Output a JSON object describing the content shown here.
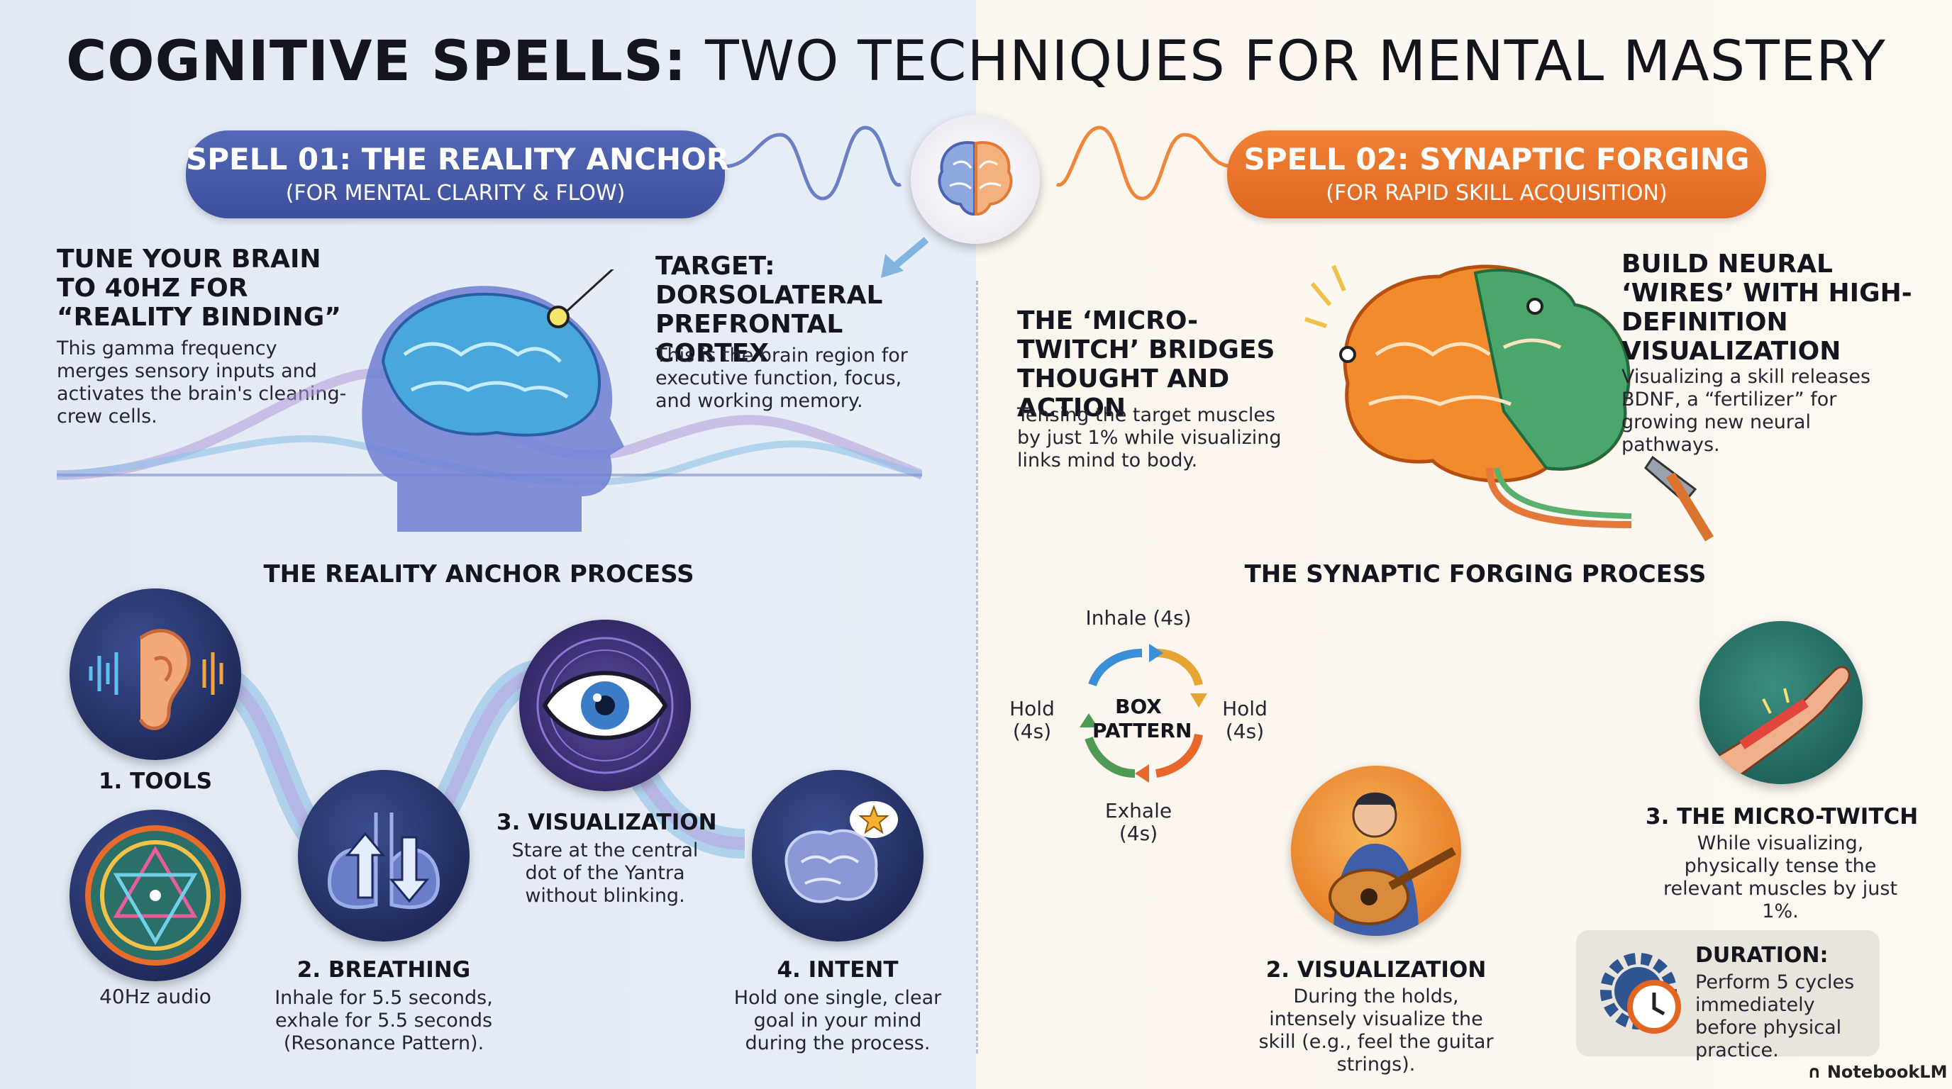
{
  "title": {
    "bold": "COGNITIVE SPELLS:",
    "light": "TWO TECHNIQUES FOR MENTAL MASTERY"
  },
  "spell1": {
    "name": "SPELL 01: THE REALITY ANCHOR",
    "subtitle": "(FOR MENTAL CLARITY & FLOW)",
    "tune_heading": "TUNE YOUR BRAIN TO 40HZ FOR “REALITY BINDING”",
    "tune_body": "This gamma frequency merges sensory inputs and activates the brain's cleaning-crew cells.",
    "target_heading": "TARGET: DORSOLATERAL PREFRONTAL CORTEX",
    "target_body": "This is the brain region for executive function, focus, and working memory.",
    "process_heading": "THE REALITY ANCHOR PROCESS",
    "step1_title": "1. TOOLS",
    "step1_caption": "40Hz audio",
    "step2_title": "2. BREATHING",
    "step2_body": "Inhale for 5.5 seconds, exhale for 5.5 seconds (Resonance Pattern).",
    "step3_title": "3. VISUALIZATION",
    "step3_body": "Stare at the central dot of the Yantra without blinking.",
    "step4_title": "4. INTENT",
    "step4_body": "Hold one single, clear goal in your mind during the process."
  },
  "spell2": {
    "name": "SPELL 02: SYNAPTIC FORGING",
    "subtitle": "(FOR RAPID SKILL ACQUISITION)",
    "micro_heading": "THE ‘MICRO-TWITCH’ BRIDGES THOUGHT AND ACTION",
    "micro_body": "Tensing the target muscles by just 1% while visualizing links mind to body.",
    "wires_heading": "BUILD NEURAL ‘WIRES’ WITH HIGH-DEFINITION VISUALIZATION",
    "wires_body": "Visualizing a skill releases BDNF, a “fertilizer” for growing new neural pathways.",
    "process_heading": "THE SYNAPTIC FORGING PROCESS",
    "box_center": "BOX PATTERN",
    "box_inhale": "Inhale (4s)",
    "box_hold_right": "Hold (4s)",
    "box_exhale": "Exhale (4s)",
    "box_hold_left": "Hold (4s)",
    "step2_title": "2. VISUALIZATION",
    "step2_body": "During the holds, intensely visualize the skill (e.g., feel the guitar strings).",
    "step3_title": "3. THE MICRO-TWITCH",
    "step3_body": "While visualizing, physically tense the relevant muscles by just 1%.",
    "duration_title": "DURATION:",
    "duration_body": "Perform 5 cycles immediately before physical practice."
  },
  "branding": {
    "logo": "NotebookLM"
  },
  "colors": {
    "spell1": "#4457a6",
    "spell2": "#e8702a"
  },
  "icons": [
    "brain-icon",
    "head-brain-icon",
    "ear-sound-icon",
    "yantra-icon",
    "lungs-icon",
    "eye-icon",
    "brain-star-icon",
    "guitar-player-icon",
    "forearm-icon",
    "gear-clock-icon",
    "hammer-icon",
    "cycle-arrows-icon"
  ]
}
